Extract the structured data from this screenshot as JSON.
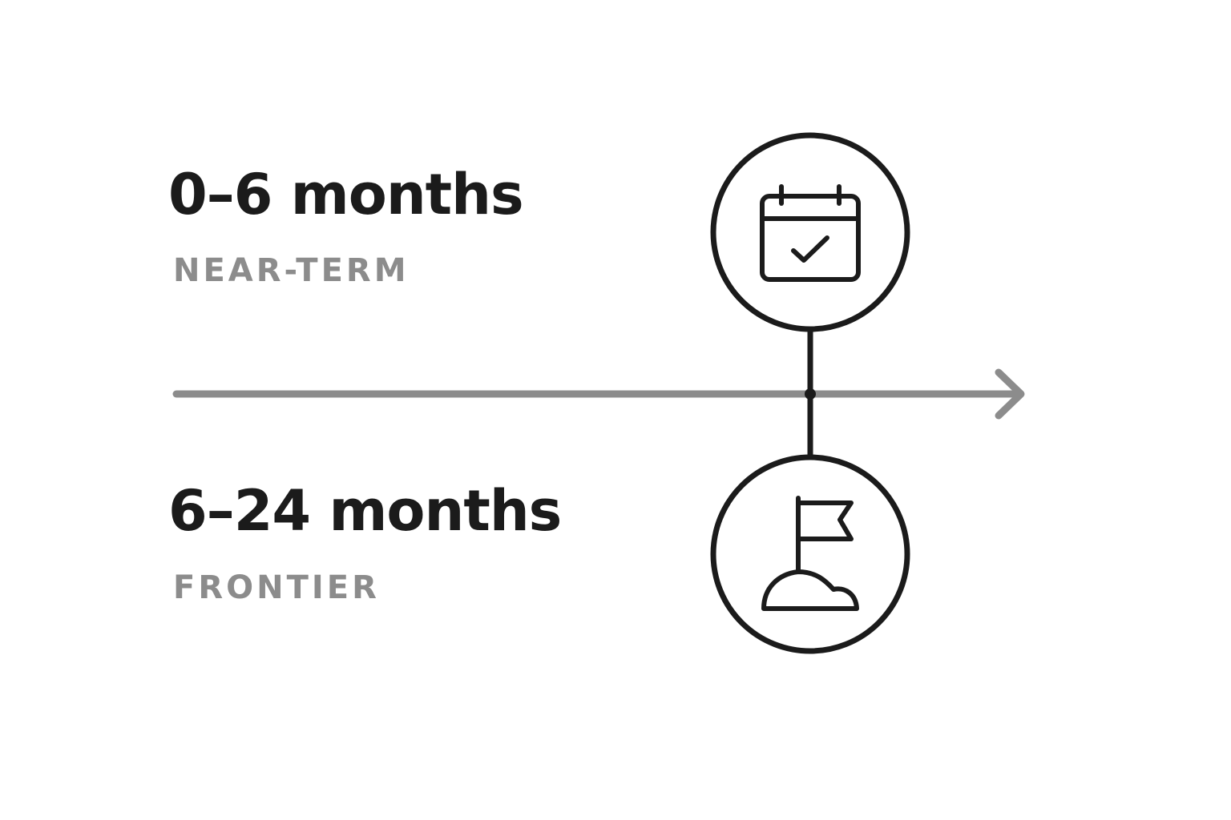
{
  "milestones": [
    {
      "period": "0–6 months",
      "label": "NEAR-TERM",
      "icon": "calendar-check-icon"
    },
    {
      "period": "6–24 months",
      "label": "FRONTIER",
      "icon": "flag-on-hill-icon"
    }
  ],
  "colors": {
    "text": "#1b1b1b",
    "label": "#8c8c8c",
    "axis": "#8c8c8c",
    "node_stroke": "#1b1b1b",
    "background": "#ffffff"
  }
}
